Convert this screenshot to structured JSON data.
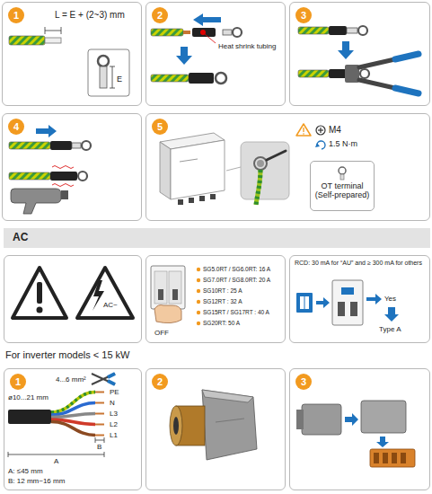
{
  "diagram": {
    "nodes": [
      {
        "text": [
          "L = E + (2~3) mm",
          "E"
        ]
      },
      {
        "text": [
          "1"
        ],
        "in": 0
      },
      {
        "text": [
          "Heat shrink tubing"
        ]
      },
      {
        "text": [
          "2"
        ],
        "in": 2
      },
      {
        "text": []
      },
      {
        "text": [
          "3"
        ],
        "in": 4
      },
      {
        "text": []
      },
      {
        "text": [
          "4"
        ],
        "in": 6
      },
      {
        "text": [
          "M4",
          "1.5 N·m"
        ]
      },
      {
        "text": [
          "5"
        ],
        "in": 8
      },
      {
        "text": [
          "OT terminal (Self-prepared)"
        ],
        "in": 8
      },
      {
        "text": [
          "AC"
        ]
      },
      {
        "text": [
          "AC~"
        ]
      },
      {
        "text": [
          "OFF",
          "SG5.0RT / SG6.0RT: 16 A",
          "SG7.0RT / SG8.0RT: 20 A",
          "SG10RT : 25 A",
          "SG12RT : 32 A",
          "SG15RT / SG17RT : 40 A",
          "SG20RT: 50 A"
        ]
      },
      {
        "text": [
          "RCD: 30 mA for “AU” and ≥ 300 mA for others",
          "Yes",
          "Type A"
        ]
      },
      {
        "text": [
          "4...6 mm²",
          "ø10...21 mm",
          "PE",
          "N",
          "L3",
          "L2",
          "L1",
          "A",
          "B",
          "A: ≤45 mm",
          "B: 12 mm~16 mm"
        ]
      },
      {
        "text": [
          "1"
        ],
        "in": 15
      },
      {
        "text": []
      },
      {
        "text": [
          "2"
        ],
        "in": 17
      },
      {
        "text": []
      },
      {
        "text": [
          "3"
        ],
        "in": 19
      }
    ],
    "labels": [
      "For inverter models < 15 kW"
    ]
  }
}
